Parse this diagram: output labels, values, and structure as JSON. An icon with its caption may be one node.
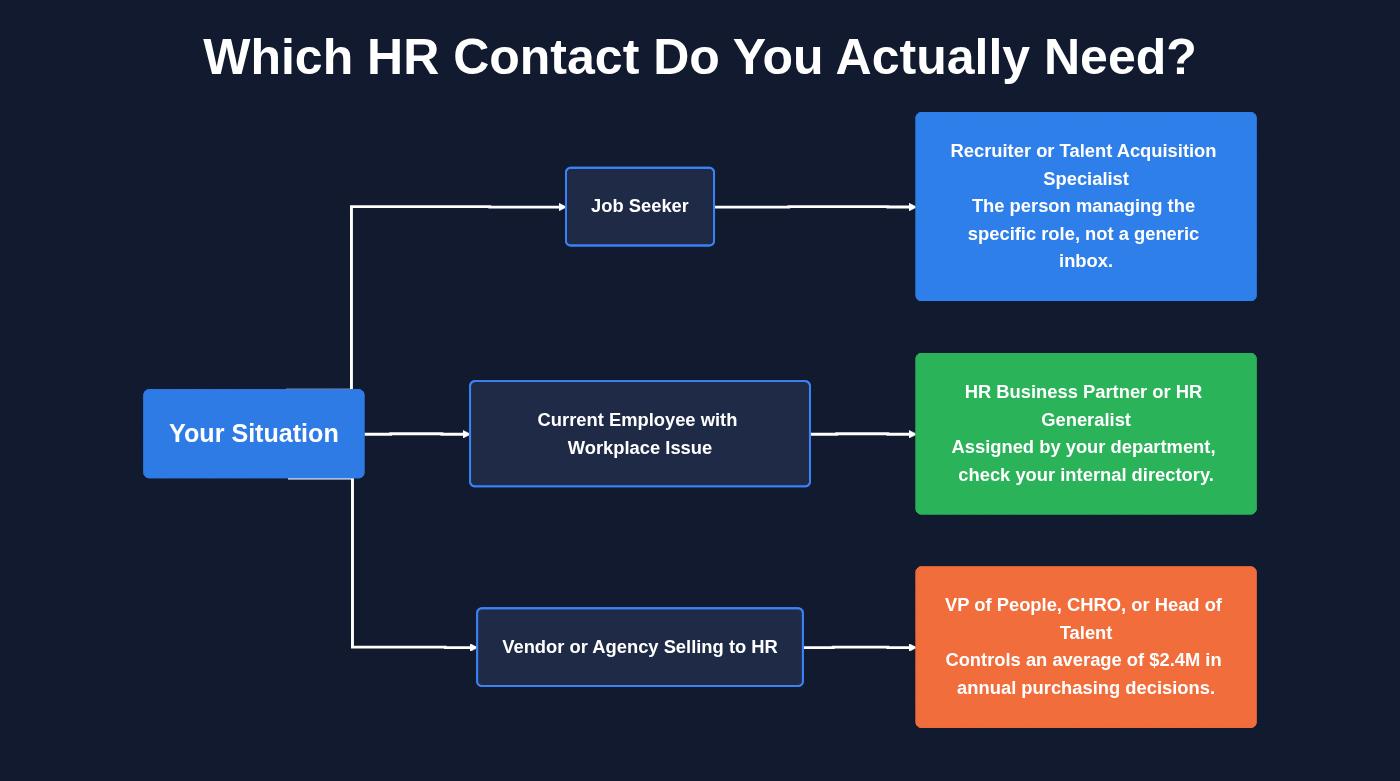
{
  "diagram": {
    "title": "Which HR Contact Do You Actually Need?",
    "nodes": [
      {
        "text": [
          "Your Situation"
        ]
      },
      {
        "text": [
          "Job Seeker"
        ]
      },
      {
        "text": [
          "Current Employee with Workplace Issue"
        ]
      },
      {
        "text": [
          "Vendor or Agency Selling to HR"
        ]
      },
      {
        "text": [
          "Recruiter or Talent Acquisition Specialist",
          "The person managing the specific role, not a generic inbox."
        ]
      },
      {
        "text": [
          "HR Business Partner or HR Generalist",
          "Assigned by your department, check your internal directory."
        ]
      },
      {
        "text": [
          "VP of People, CHRO, or Head of Talent",
          "Controls an average of $2.4M in annual purchasing decisions."
        ]
      }
    ],
    "edges": [
      {
        "from": 0,
        "to": 1,
        "arrow": "to"
      },
      {
        "from": 0,
        "to": 2,
        "arrow": "to"
      },
      {
        "from": 0,
        "to": 3,
        "arrow": "to"
      },
      {
        "from": 1,
        "to": 4,
        "arrow": "to"
      },
      {
        "from": 2,
        "to": 5,
        "arrow": "to"
      },
      {
        "from": 3,
        "to": 6,
        "arrow": "to"
      }
    ]
  }
}
